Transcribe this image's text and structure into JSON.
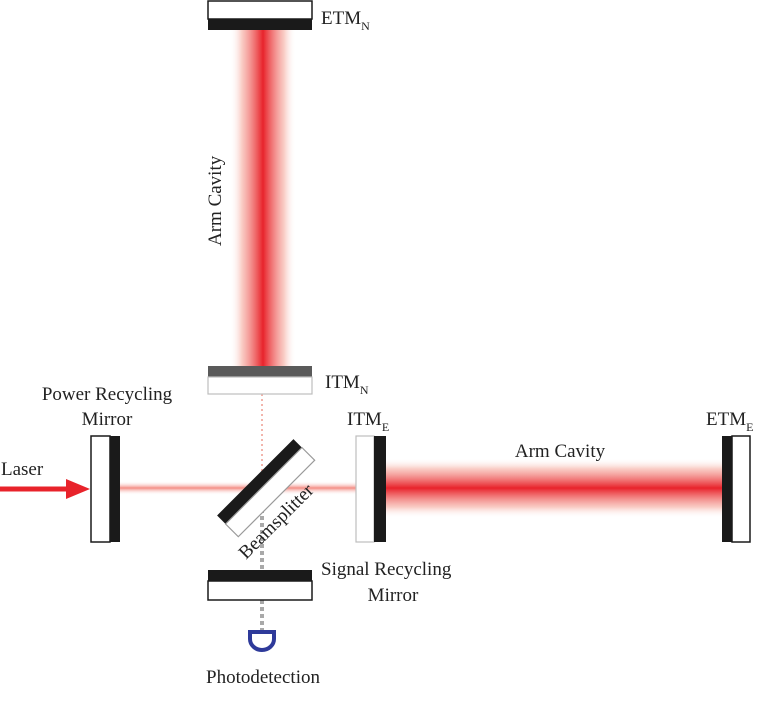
{
  "colors": {
    "beam": "#e8232b",
    "beam_soft": "#f6b3a9",
    "mirror_dark": "#1a1a1a",
    "itm_gray": "#5a5a5a",
    "laser_arrow": "#e8232b",
    "photodetector": "#2e3a9a",
    "dotted_signal": "#a9a9a9"
  },
  "labels": {
    "etm_n": {
      "main": "ETM",
      "sub": "N"
    },
    "arm_cavity_north": "Arm Cavity",
    "itm_n": {
      "main": "ITM",
      "sub": "N"
    },
    "power_recycling_line1": "Power Recycling",
    "power_recycling_line2": "Mirror",
    "itm_e": {
      "main": "ITM",
      "sub": "E"
    },
    "arm_cavity_east": "Arm Cavity",
    "etm_e": {
      "main": "ETM",
      "sub": "E"
    },
    "laser": "Laser",
    "beamsplitter": "Beamsplitter",
    "signal_recycling_line1": "Signal Recycling",
    "signal_recycling_line2": "Mirror",
    "photodetection": "Photodetection"
  },
  "icons": {
    "photodetector": "photodetector-icon",
    "laser_arrow": "arrow-right-icon"
  }
}
